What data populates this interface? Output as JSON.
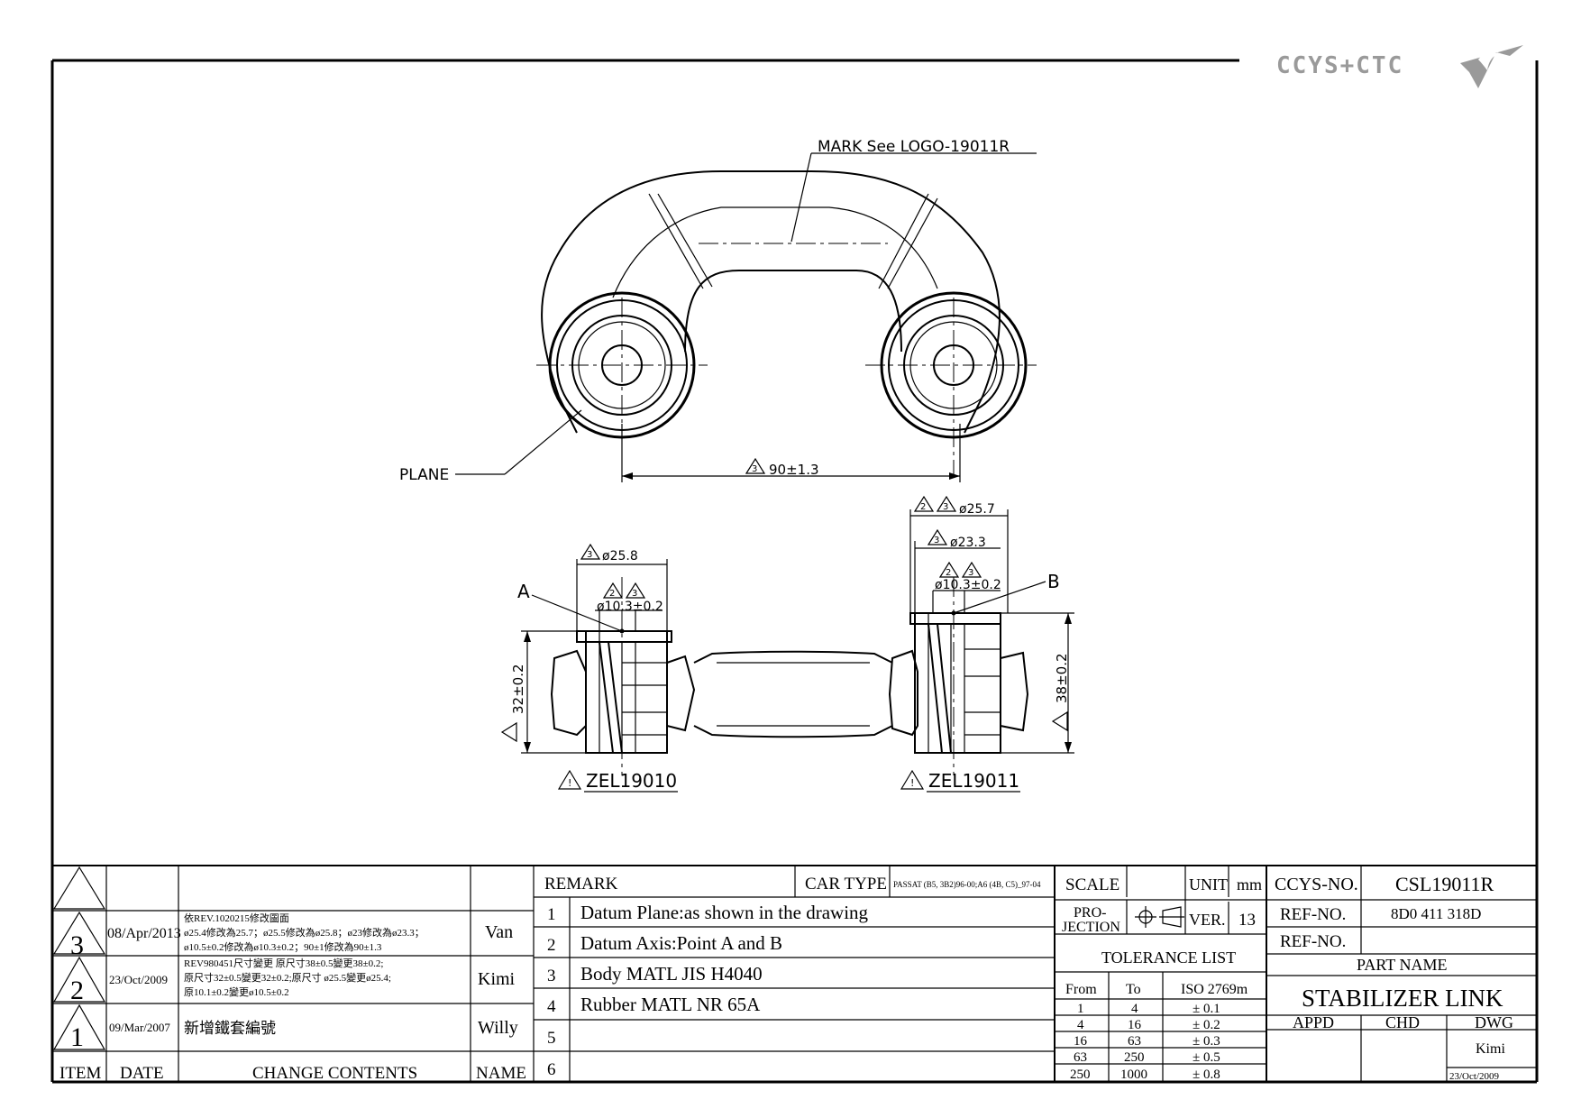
{
  "logo": {
    "text": "CCYS+CTC"
  },
  "callouts": {
    "mark": "MARK See LOGO-19011R",
    "plane": "PLANE",
    "datum_a": "A",
    "datum_b": "B"
  },
  "dimensions": {
    "center_distance": "90±1.3",
    "left_outer_dia": "ø25.8",
    "left_bore": "ø10.3±0.2",
    "left_height": "32±0.2",
    "right_outer_dia": "ø25.7",
    "right_mid_dia": "ø23.3",
    "right_bore": "ø10.3±0.2",
    "right_height": "38±0.2",
    "rev_2": "2",
    "rev_3": "3"
  },
  "parts": {
    "left": "ZEL19010",
    "right": "ZEL19011",
    "warn_mark": "!"
  },
  "revisions": {
    "rows": [
      {
        "item": "3",
        "date": "08/Apr/2013",
        "content": [
          "依REV.1020215修改圖面",
          "ø25.4修改為25.7；ø25.5修改為ø25.8；ø23修改為ø23.3；",
          "ø10.5±0.2修改為ø10.3±0.2；90±1修改為90±1.3"
        ],
        "name": "Van"
      },
      {
        "item": "2",
        "date": "23/Oct/2009",
        "content": [
          "REV980451尺寸變更 原尺寸38±0.5變更38±0.2;",
          "原尺寸32±0.5變更32±0.2;原尺寸 ø25.5變更ø25.4;",
          "原10.1±0.2變更ø10.5±0.2"
        ],
        "name": "Kimi"
      },
      {
        "item": "1",
        "date": "09/Mar/2007",
        "content": [
          "新增鐵套編號"
        ],
        "name": "Willy"
      }
    ],
    "headers": {
      "item": "ITEM",
      "date": "DATE",
      "content": "CHANGE CONTENTS",
      "name": "NAME"
    }
  },
  "remarks": {
    "label": "REMARK",
    "car_type_label": "CAR TYPE",
    "car_type_value": "PASSAT (B5, 3B2)96-00;A6 (4B, C5)_97-04",
    "items": [
      {
        "no": "1",
        "text": "Datum Plane:as shown in the drawing"
      },
      {
        "no": "2",
        "text": "Datum Axis:Point A and B"
      },
      {
        "no": "3",
        "text": "Body MATL JIS H4040"
      },
      {
        "no": "4",
        "text": "Rubber MATL NR 65A"
      },
      {
        "no": "5",
        "text": ""
      },
      {
        "no": "6",
        "text": ""
      }
    ]
  },
  "title_block": {
    "scale_label": "SCALE",
    "scale_value": "",
    "unit_label": "UNIT",
    "unit_value": "mm",
    "projection_label": "PRO-\nJECTION",
    "projection_line1": "PRO-",
    "projection_line2": "JECTION",
    "ver_label": "VER.",
    "ver_value": "13",
    "tolerance_title": "TOLERANCE LIST",
    "tolerance_headers": [
      "From",
      "To",
      "ISO 2769m"
    ],
    "tolerance_rows": [
      [
        "1",
        "4",
        "± 0.1"
      ],
      [
        "4",
        "16",
        "± 0.2"
      ],
      [
        "16",
        "63",
        "± 0.3"
      ],
      [
        "63",
        "250",
        "± 0.5"
      ],
      [
        "250",
        "1000",
        "± 0.8"
      ]
    ],
    "ccys_no_label": "CCYS-NO.",
    "ccys_no_value": "CSL19011R",
    "ref_no_label": "REF-NO.",
    "ref_no_value": "8D0 411 318D",
    "ref_no2_label": "REF-NO.",
    "ref_no2_value": "",
    "part_name_label": "PART NAME",
    "part_name_value": "STABILIZER LINK",
    "appd_label": "APPD",
    "chd_label": "CHD",
    "dwg_label": "DWG",
    "dwg_name": "Kimi",
    "dwg_date": "23/Oct/2009"
  }
}
